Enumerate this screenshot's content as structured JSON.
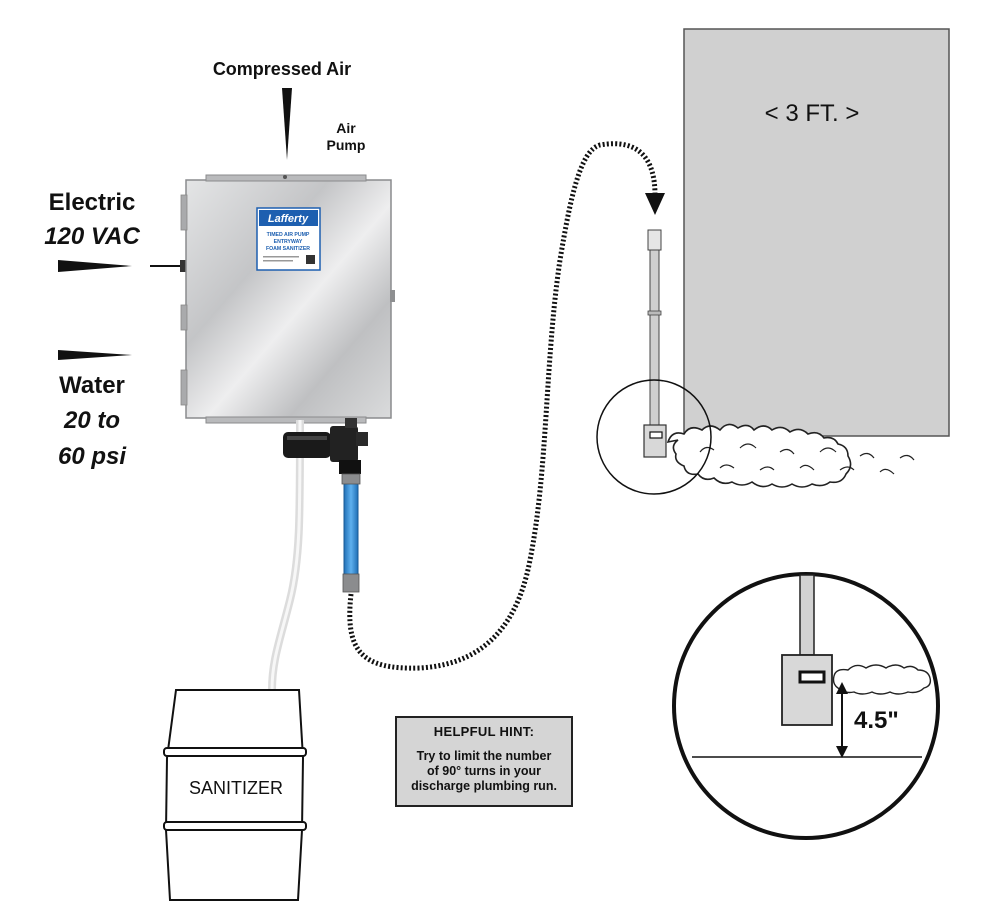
{
  "labels": {
    "compressed_air": "Compressed Air",
    "air_pump_line1": "Air",
    "air_pump_line2": "Pump",
    "electric": "Electric",
    "electric_spec": "120 VAC",
    "water": "Water",
    "water_spec_line1": "20 to",
    "water_spec_line2": "60 psi",
    "wall_width": "< 3 FT. >",
    "sanitizer": "SANITIZER",
    "nozzle_height": "4.5\""
  },
  "unit_label": {
    "brand": "Lafferty",
    "line1": "TIMED AIR PUMP",
    "line2": "ENTRYWAY",
    "line3": "FOAM SANITIZER"
  },
  "hint": {
    "title": "HELPFUL HINT:",
    "line1": "Try to limit the number",
    "line2": "of 90° turns in your",
    "line3": "discharge plumbing run."
  },
  "colors": {
    "enclosure": "#c9cacb",
    "wall": "#d0d0d0",
    "hose_blue": "#3a8fd6",
    "label_blue": "#1d5fb0"
  }
}
